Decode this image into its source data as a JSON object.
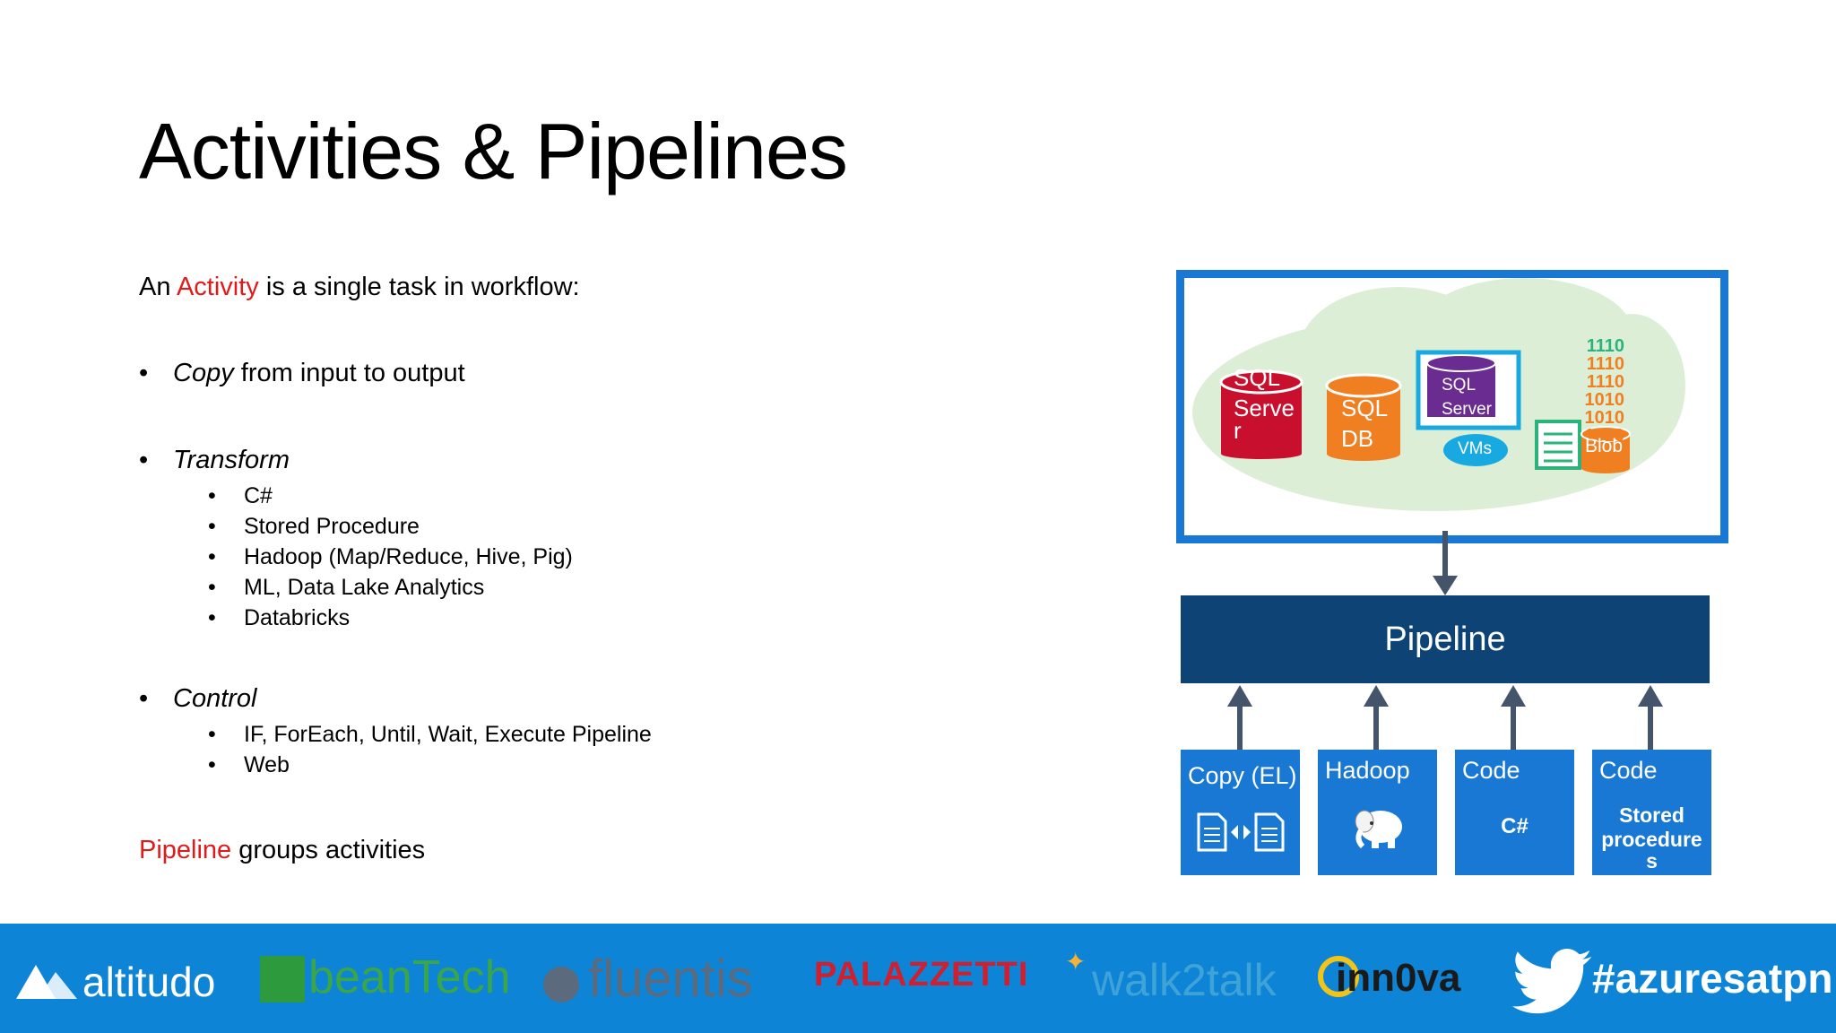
{
  "slide": {
    "title": "Activities & Pipelines",
    "intro_prefix": "An ",
    "intro_keyword": "Activity",
    "intro_suffix": " is a single task in workflow:",
    "bullets": {
      "copy_em": "Copy",
      "copy_rest": " from input to output",
      "transform_em": "Transform",
      "transform_items": [
        "C#",
        "Stored Procedure",
        "Hadoop (Map/Reduce, Hive, Pig)",
        "ML, Data Lake Analytics",
        "Databricks"
      ],
      "control_em": "Control",
      "control_items": [
        "IF, ForEach, Until, Wait, Execute Pipeline",
        "Web"
      ]
    },
    "bullet_glyph": "•",
    "pipeline_keyword": "Pipeline",
    "pipeline_suffix": " groups activities"
  },
  "diagram": {
    "sources": {
      "sql_server_line1": "SQL",
      "sql_server_line2": "Serve",
      "sql_server_line3": "r",
      "sql_db_line1": "SQL",
      "sql_db_line2": "DB",
      "vm_line1": "SQL",
      "vm_line2": "Server",
      "vm_badge": "VMs",
      "binary_rows": [
        "1110",
        "1110 1110",
        "1010 1010",
        "1010 1010"
      ],
      "blob": "Blob"
    },
    "pipeline_label": "Pipeline",
    "activities": [
      {
        "label": "Copy (EL)",
        "inner": ""
      },
      {
        "label": "Hadoop",
        "inner": ""
      },
      {
        "label": "Code",
        "inner": "C#"
      },
      {
        "label": "Code",
        "inner_lines": [
          "Stored",
          "procedure",
          "s"
        ]
      }
    ],
    "colors": {
      "frame": "#1978d4",
      "pipeline": "#0d4475",
      "activity": "#1978d4",
      "cloud": "#dcefd6",
      "sql_server": "#c8102e",
      "sql_db": "#f07f22",
      "vm": "#6b2c91",
      "arrow": "#44546a"
    }
  },
  "footer": {
    "sponsors": [
      "altitudo",
      "beanTech",
      "fluentis",
      "PALAZZETTI",
      "walk2talk",
      "inn0va"
    ],
    "hashtag": "#azuresatpn",
    "twitter_icon": "twitter-bird-icon",
    "background": "#0e84d6"
  }
}
